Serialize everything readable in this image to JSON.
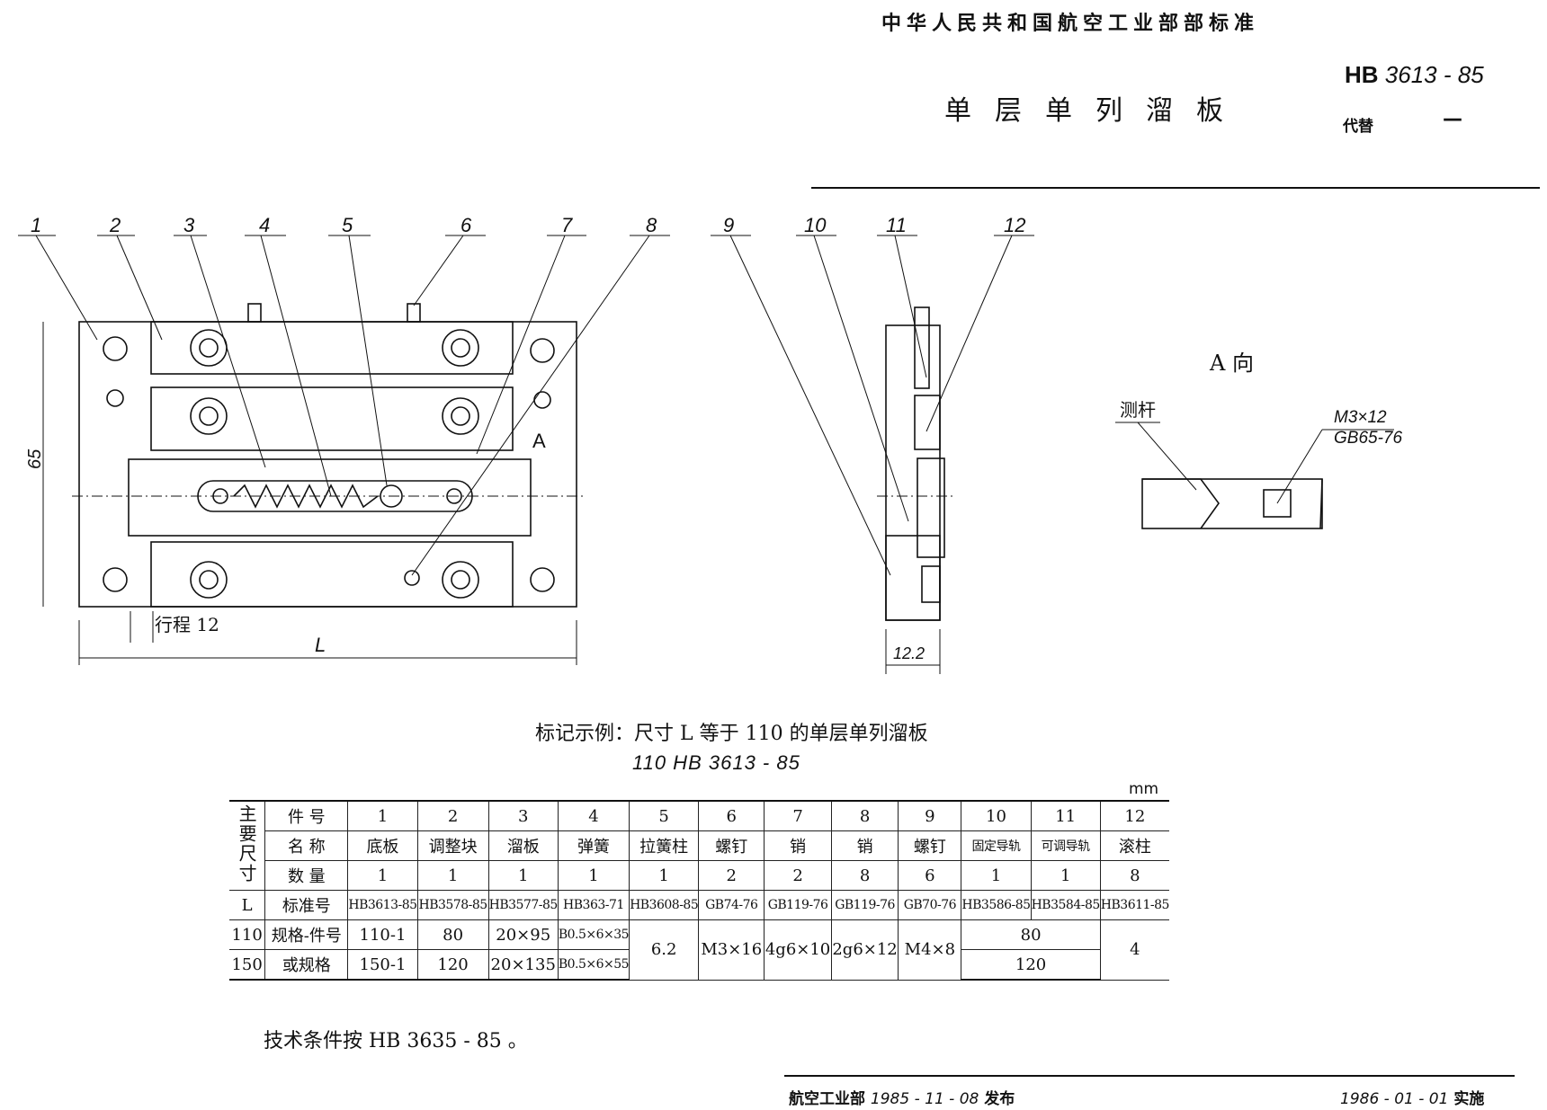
{
  "header": {
    "organization": "中华人民共和国航空工业部部标准",
    "title": "单层单列溜板",
    "std_prefix": "HB",
    "std_number": "3613  - 85",
    "replaces_label": "代替",
    "replaces_value": "—"
  },
  "drawing": {
    "balloons": [
      "1",
      "2",
      "3",
      "4",
      "5",
      "6",
      "7",
      "8",
      "9",
      "10",
      "11",
      "12"
    ],
    "dim_height": "65",
    "dim_stroke": "行程 12",
    "dim_length": "L",
    "dim_width": "12.2",
    "section_mark": "A",
    "view_label": "A 向",
    "detail_label": "测杆",
    "detail_screw": "M3×12",
    "detail_screw_std": "GB65-76"
  },
  "caption": {
    "example": "标记示例：尺寸 L 等于 110 的单层单列溜板",
    "designation": "110     HB 3613 - 85",
    "unit": "mm"
  },
  "table": {
    "main_dim_header": "主要尺寸",
    "row_labels": {
      "part_no": "件  号",
      "name": "名  称",
      "qty": "数  量",
      "std": "标准号",
      "spec1": "规格-件号",
      "spec2": "或规格"
    },
    "L_label": "L",
    "L_values": [
      "110",
      "150"
    ],
    "part_numbers": [
      "1",
      "2",
      "3",
      "4",
      "5",
      "6",
      "7",
      "8",
      "9",
      "10",
      "11",
      "12"
    ],
    "names": [
      "底板",
      "调整块",
      "溜板",
      "弹簧",
      "拉簧柱",
      "螺钉",
      "销",
      "销",
      "螺钉",
      "固定导轨",
      "可调导轨",
      "滚柱"
    ],
    "quantities": [
      "1",
      "1",
      "1",
      "1",
      "1",
      "2",
      "2",
      "8",
      "6",
      "1",
      "1",
      "8"
    ],
    "standards": [
      "HB3613-85",
      "HB3578-85",
      "HB3577-85",
      "HB363-71",
      "HB3608-85",
      "GB74-76",
      "GB119-76",
      "GB119-76",
      "GB70-76",
      "HB3586-85",
      "HB3584-85",
      "HB3611-85"
    ],
    "spec_110": [
      "110-1",
      "80",
      "20×95",
      "B0.5×6×35"
    ],
    "spec_150": [
      "150-1",
      "120",
      "20×135",
      "B0.5×6×55"
    ],
    "spec_common": [
      "6.2",
      "M3×16",
      "4g6×10",
      "2g6×12",
      "M4×8"
    ],
    "spec_rails_110": "80",
    "spec_rails_150": "120",
    "spec_roller": "4"
  },
  "footer": {
    "note": "技术条件按 HB 3635 - 85 。",
    "publish_org": "航空工业部",
    "publish_date": "1985 - 11 - 08",
    "publish_suffix": "发布",
    "implement_date": "1986 - 01 - 01",
    "implement_suffix": "实施"
  }
}
